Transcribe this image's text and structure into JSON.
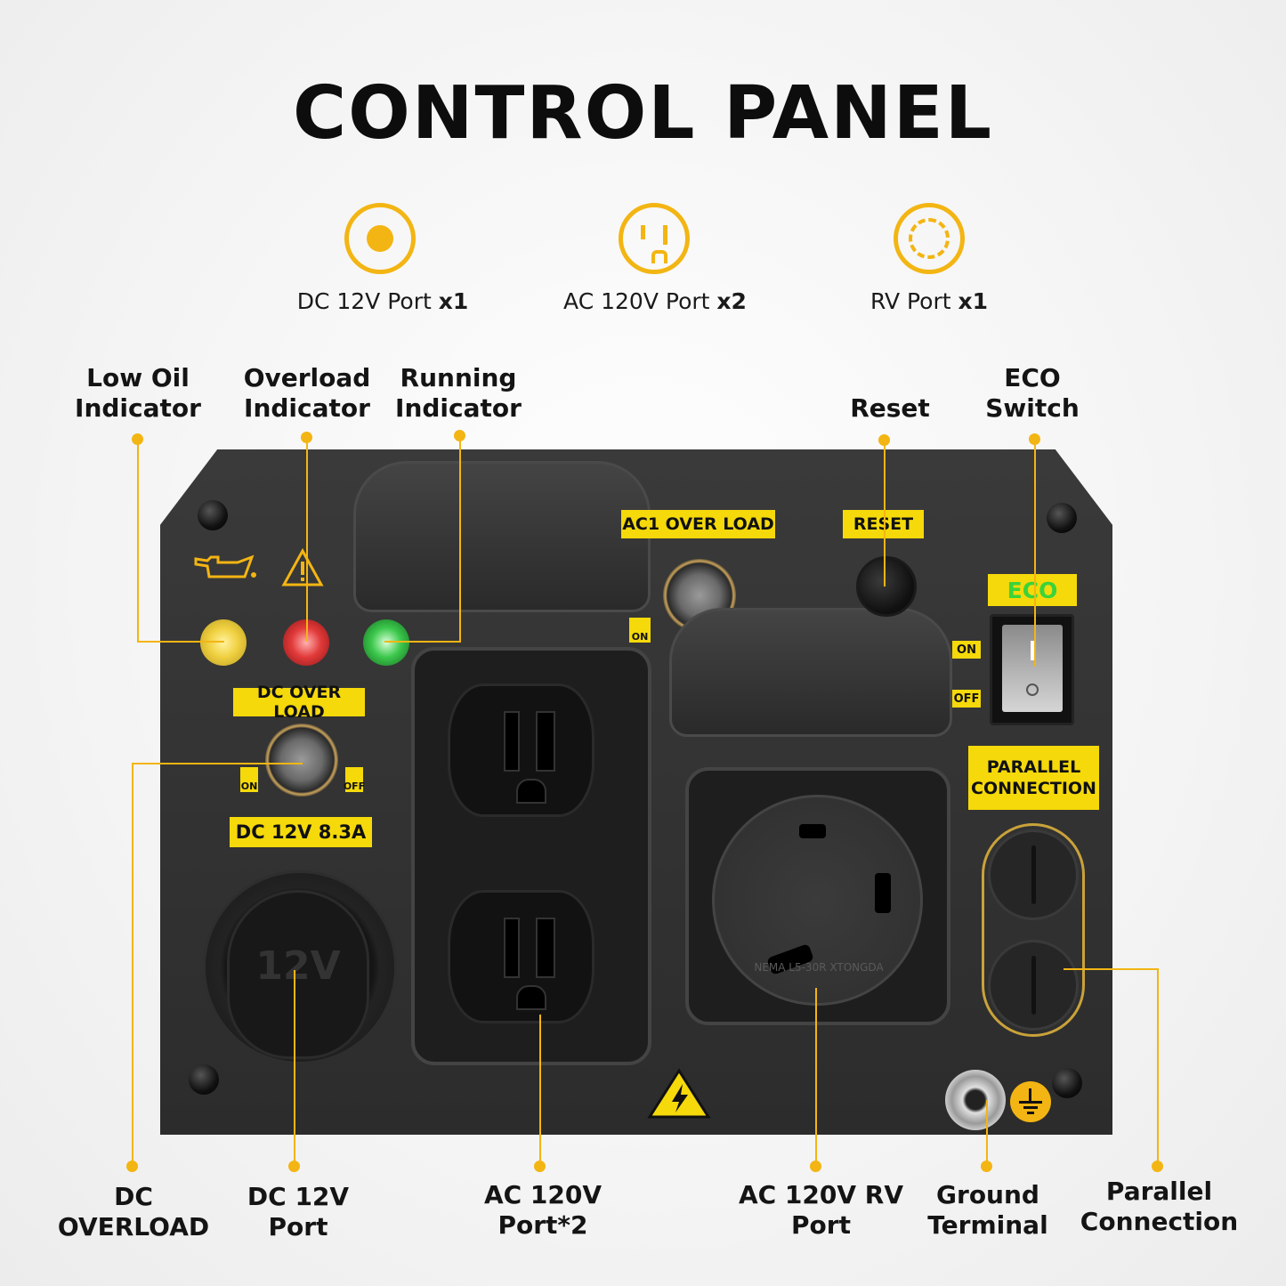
{
  "title": "CONTROL PANEL",
  "ports": [
    {
      "icon": "dc-port-icon",
      "label": "DC 12V Port",
      "qty": "x1"
    },
    {
      "icon": "ac-outlet-icon",
      "label": "AC 120V Port",
      "qty": "x2"
    },
    {
      "icon": "rv-port-icon",
      "label": "RV Port",
      "qty": "x1"
    }
  ],
  "callouts": {
    "low_oil": [
      "Low Oil",
      "Indicator"
    ],
    "overload": [
      "Overload",
      "Indicator"
    ],
    "running": [
      "Running",
      "Indicator"
    ],
    "reset": [
      "Reset"
    ],
    "eco": [
      "ECO",
      "Switch"
    ],
    "dc_overload": [
      "DC",
      "OVERLOAD"
    ],
    "dc_port": [
      "DC 12V",
      "Port"
    ],
    "ac_port": [
      "AC 120V",
      "Port*2"
    ],
    "rv_port": [
      "AC 120V RV",
      "Port"
    ],
    "ground": [
      "Ground",
      "Terminal"
    ],
    "parallel": [
      "Parallel",
      "Connection"
    ]
  },
  "panel_text": {
    "ac1_overload": "AC1 OVER LOAD",
    "reset": "RESET",
    "eco": "ECO",
    "on": "ON",
    "off": "OFF",
    "dc_overload": "DC OVER LOAD",
    "dc_rating": "DC 12V 8.3A",
    "parallel_line1": "PARALLEL",
    "parallel_line2": "CONNECTION",
    "socket_12v": "12V",
    "rv_ring_text": "NEMA L5-30R XTONGDA"
  },
  "colors": {
    "accent": "#f3b513",
    "label_yellow": "#f5d90a",
    "eco_green": "#3ad33a",
    "panel": "#2e2e2e"
  }
}
